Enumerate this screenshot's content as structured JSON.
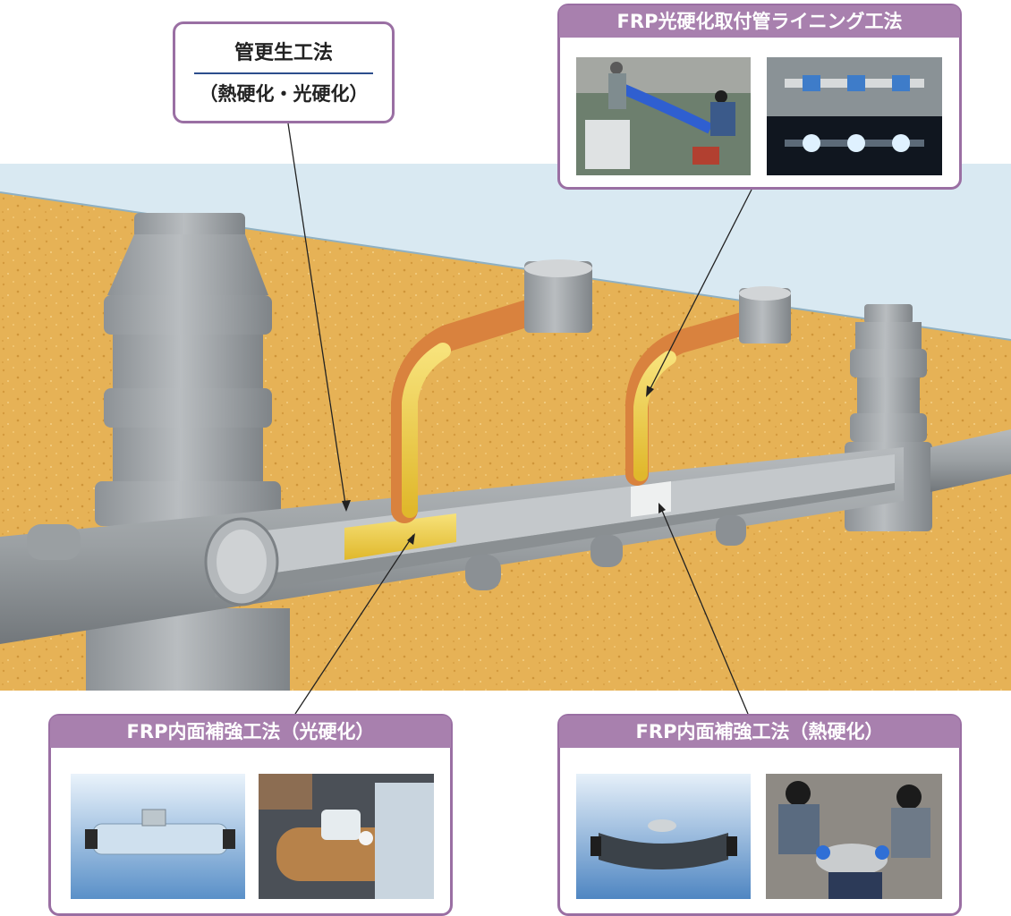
{
  "labels": {
    "pipe_rehab": {
      "title": "管更生工法",
      "subtitle": "（熱硬化・光硬化）"
    },
    "frp_lateral_lining": {
      "title": "FRP光硬化取付管ライニング工法"
    },
    "frp_inner_reinforce_light": {
      "title": "FRP内面補強工法（光硬化）"
    },
    "frp_inner_reinforce_heat": {
      "title": "FRP内面補強工法（熱硬化）"
    }
  },
  "colors": {
    "callout_border": "#9a6fa3",
    "callout_header": "#a880ae",
    "soil": "#e6b256",
    "sky": "#d9e9f2",
    "pipe": "#9ea3a6",
    "liner_yellow": "#f2d548",
    "lateral_orange": "#d9823e"
  }
}
